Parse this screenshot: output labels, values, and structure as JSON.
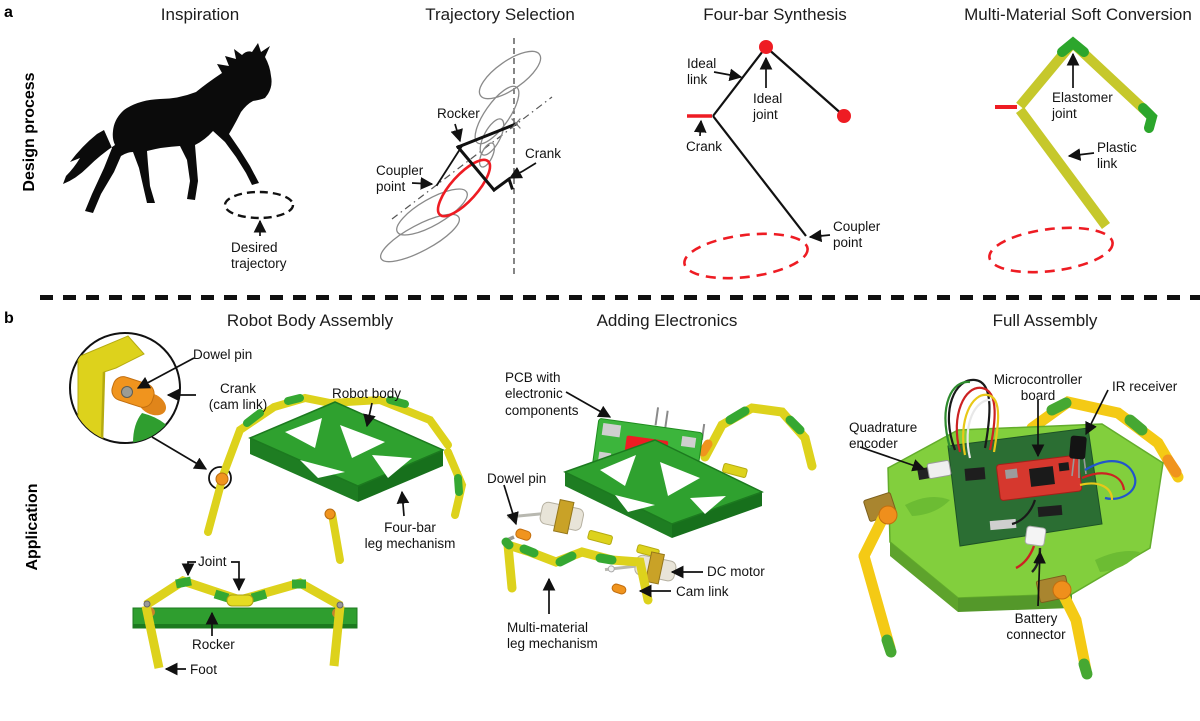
{
  "figure": {
    "panel_a_letter": "a",
    "panel_b_letter": "b",
    "design_process_label": "Design process",
    "application_label": "Application"
  },
  "panels": {
    "inspiration": {
      "title": "Inspiration",
      "desired_trajectory": [
        "Desired",
        "trajectory"
      ]
    },
    "trajectory_selection": {
      "title": "Trajectory Selection",
      "rocker": "Rocker",
      "crank": "Crank",
      "coupler_point": [
        "Coupler",
        "point"
      ]
    },
    "four_bar_synthesis": {
      "title": "Four-bar Synthesis",
      "ideal_link": [
        "Ideal",
        "link"
      ],
      "ideal_joint": [
        "Ideal",
        "joint"
      ],
      "crank": "Crank",
      "coupler_point": [
        "Coupler",
        "point"
      ]
    },
    "soft_conversion": {
      "title": "Multi-Material Soft Conversion",
      "elastomer_joint": [
        "Elastomer",
        "joint"
      ],
      "plastic_link": [
        "Plastic",
        "link"
      ]
    },
    "robot_body_assembly": {
      "title": "Robot Body Assembly",
      "dowel_pin": "Dowel pin",
      "crank_cam_link": [
        "Crank",
        "(cam link)"
      ],
      "robot_body": "Robot body",
      "four_bar_leg_mechanism": [
        "Four-bar",
        "leg mechanism"
      ],
      "joint": "Joint",
      "rocker": "Rocker",
      "foot": "Foot"
    },
    "adding_electronics": {
      "title": "Adding Electronics",
      "pcb": [
        "PCB with",
        "electronic",
        "components"
      ],
      "dowel_pin": "Dowel pin",
      "dc_motor": "DC motor",
      "cam_link": "Cam link",
      "multi_material_leg_mechanism": [
        "Multi-material",
        "leg mechanism"
      ]
    },
    "full_assembly": {
      "title": "Full Assembly",
      "microcontroller_board": [
        "Microcontroller",
        "board"
      ],
      "ir_receiver": "IR receiver",
      "quadrature_encoder": [
        "Quadrature",
        "encoder"
      ],
      "battery_connector": [
        "Battery",
        "connector"
      ]
    }
  },
  "colors": {
    "annotation_black": "#111111",
    "accent_red": "#ee1c23",
    "plastic_link_yellow": "#c6c82b",
    "elastomer_green": "#2ca62c",
    "chassis_green": "#2fa12f",
    "leg_yellow": "#ddd21c",
    "crank_orange": "#f0941e",
    "photo_body_lime": "#82cf3d",
    "mcu_red": "#d6382e",
    "trajectory_gray": "#8a8a8a"
  }
}
